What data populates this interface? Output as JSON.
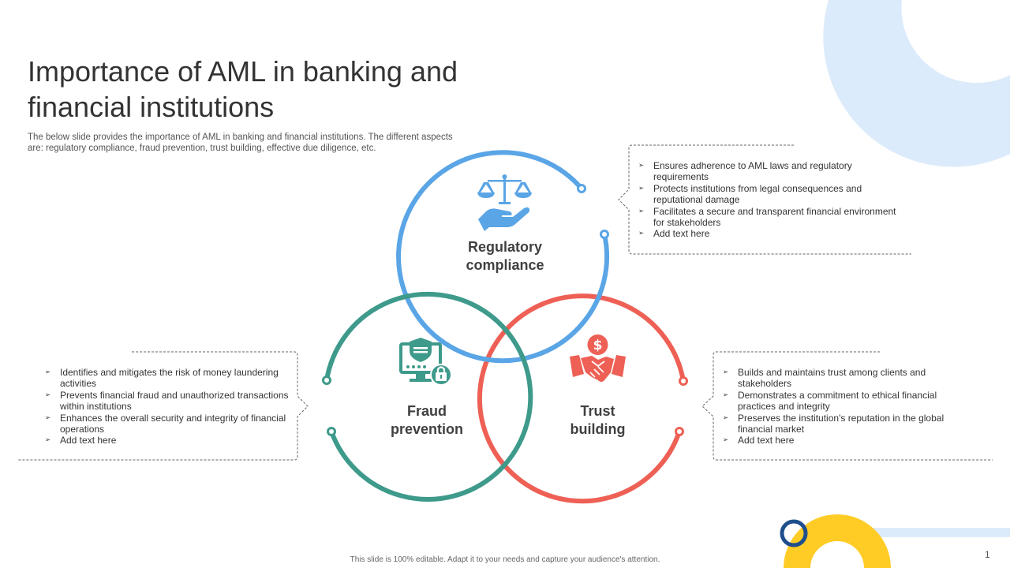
{
  "slide": {
    "title": "Importance of AML in banking and financial institutions",
    "subtitle": "The below slide provides the importance of AML in banking and financial institutions. The different aspects are: regulatory compliance, fraud prevention, trust building, effective due diligence, etc.",
    "footer": "This slide is 100% editable. Adapt it to your needs and capture your audience's attention.",
    "page_number": "1"
  },
  "colors": {
    "blue": "#5AA5E6",
    "green": "#3E9A8B",
    "red": "#EE6055",
    "deco_light_blue": "#DCEBFB",
    "deco_yellow": "#FFCC26",
    "deco_navy": "#1F4E8C"
  },
  "circles": {
    "regulatory": {
      "label_line1": "Regulatory",
      "label_line2": "compliance",
      "icon": "scale-hand-icon",
      "bullets": [
        "Ensures adherence to AML laws and regulatory requirements",
        "Protects institutions from legal consequences and reputational damage",
        "Facilitates a secure and transparent financial environment for stakeholders",
        "Add text here"
      ]
    },
    "fraud": {
      "label_line1": "Fraud",
      "label_line2": "prevention",
      "icon": "secure-computer-icon",
      "bullets": [
        "Identifies and mitigates the risk of money laundering activities",
        "Prevents financial fraud and unauthorized transactions within institutions",
        "Enhances the overall security and integrity of financial operations",
        "Add text here"
      ]
    },
    "trust": {
      "label_line1": "Trust",
      "label_line2": "building",
      "icon": "handshake-dollar-icon",
      "bullets": [
        "Builds and maintains trust among clients and stakeholders",
        "Demonstrates a commitment to ethical financial practices and integrity",
        "Preserves the institution's reputation in the global financial market",
        "Add text here"
      ]
    }
  }
}
